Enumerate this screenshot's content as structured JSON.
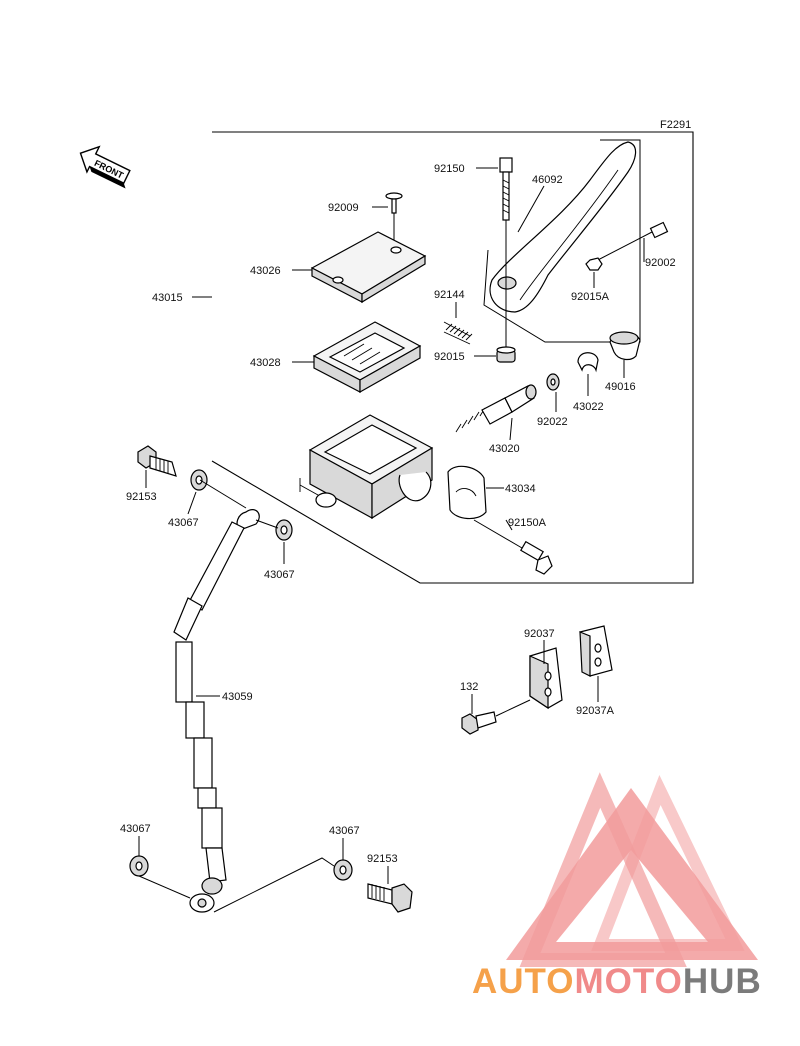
{
  "diagram": {
    "code": "F2291",
    "front_label": "FRONT",
    "parts": {
      "p92150": "92150",
      "p46092": "46092",
      "p92009": "92009",
      "p92002": "92002",
      "p43026": "43026",
      "p92015A": "92015A",
      "p43015": "43015",
      "p92144": "92144",
      "p92015": "92015",
      "p43028": "43028",
      "p49016": "49016",
      "p43022": "43022",
      "p92022": "92022",
      "p43020": "43020",
      "p43034": "43034",
      "p92153_top": "92153",
      "p43067_a": "43067",
      "p92150A": "92150A",
      "p43067_b": "43067",
      "p92037": "92037",
      "p132": "132",
      "p92037A": "92037A",
      "p43059": "43059",
      "p43067_c": "43067",
      "p43067_d": "43067",
      "p92153_bottom": "92153"
    }
  },
  "watermark": {
    "part1": "AUTO",
    "part2": "MOTO",
    "part3": "HUB",
    "colors": {
      "orange": "#f5a14a",
      "pink": "#f08a8a",
      "gray": "#7b7b7b"
    }
  }
}
